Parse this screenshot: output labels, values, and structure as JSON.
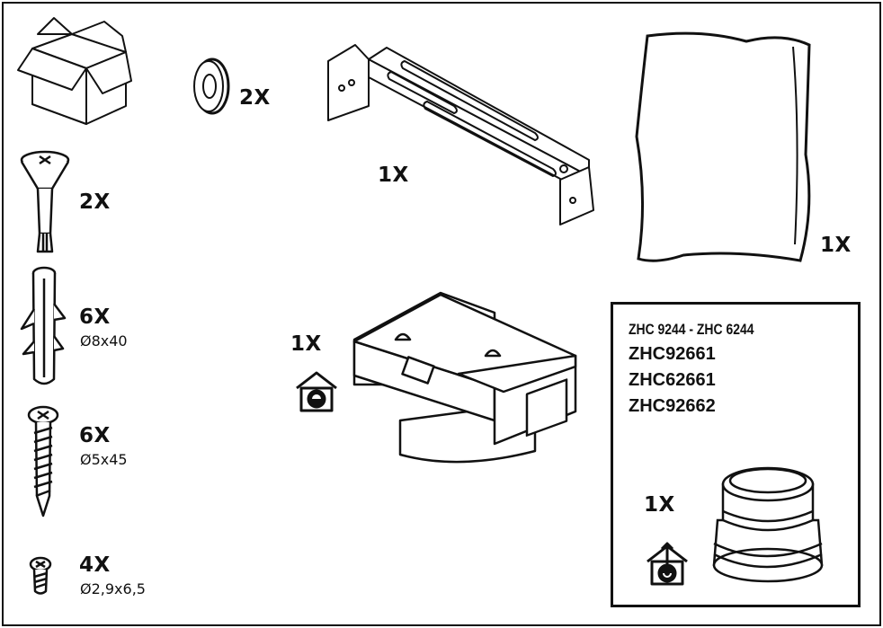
{
  "parts": [
    {
      "id": "box",
      "icon": "cardboard-box-icon"
    },
    {
      "id": "washer",
      "icon": "washer-icon",
      "quantity": "2X"
    },
    {
      "id": "wall-bracket",
      "icon": "wall-bracket-icon",
      "quantity": "1X"
    },
    {
      "id": "template",
      "icon": "paper-template-icon",
      "quantity": "1X"
    },
    {
      "id": "screw-anchor",
      "icon": "expansion-anchor-screw-icon",
      "quantity": "2X"
    },
    {
      "id": "wall-plug",
      "icon": "wall-plug-icon",
      "quantity": "6X",
      "size": "Ø8x40"
    },
    {
      "id": "wood-screw",
      "icon": "wood-screw-icon",
      "quantity": "6X",
      "size": "Ø5x45"
    },
    {
      "id": "small-screw",
      "icon": "small-screw-icon",
      "quantity": "4X",
      "size": "Ø2,9x6,5"
    },
    {
      "id": "air-deflector",
      "icon": "air-deflector-icon",
      "quantity": "1X",
      "mode_icon": "recirculation-house-icon"
    },
    {
      "id": "adapter-ring",
      "icon": "adapter-ring-icon",
      "quantity": "1X",
      "mode_icon": "extraction-house-icon"
    }
  ],
  "models": [
    "ZHC 9244 - ZHC 6244",
    "ZHC92661",
    "ZHC62661",
    "ZHC92662"
  ],
  "colors": {
    "line": "#111111",
    "background": "#ffffff"
  }
}
